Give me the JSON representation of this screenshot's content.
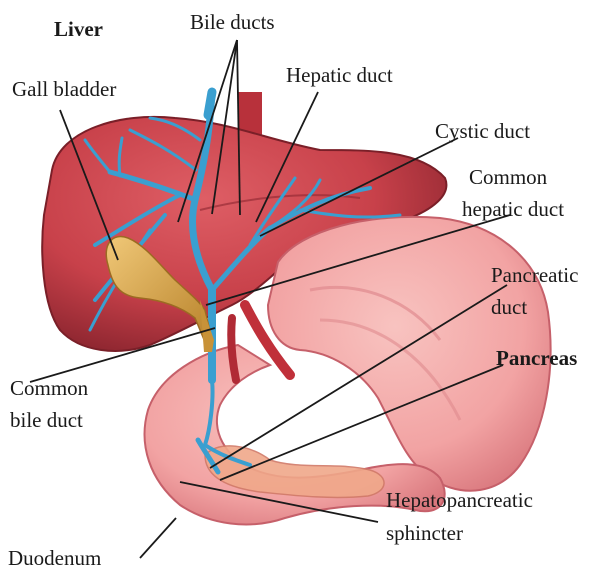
{
  "labels": {
    "liver": "Liver",
    "bile_ducts": "Bile ducts",
    "gall_bladder": "Gall bladder",
    "hepatic_duct": "Hepatic duct",
    "cystic_duct": "Cystic duct",
    "common_hepatic_duct_line1": "Common",
    "common_hepatic_duct_line2": "hepatic duct",
    "pancreatic_duct_line1": "Pancreatic",
    "pancreatic_duct_line2": "duct",
    "pancreas": "Pancreas",
    "common_bile_duct_line1": "Common",
    "common_bile_duct_line2": "bile duct",
    "hepatopancreatic_line1": "Hepatopancreatic",
    "hepatopancreatic_line2": "sphincter",
    "duodenum": "Duodenum"
  },
  "colors": {
    "liver": "#c8414a",
    "liver_dark": "#8e2630",
    "stomach": "#f2a3a3",
    "stomach_dark": "#d9777d",
    "ducts": "#3a9fd0",
    "gall_bladder": "#d9a54a",
    "artery": "#c0303a",
    "leader_line": "#1a1a1a"
  }
}
